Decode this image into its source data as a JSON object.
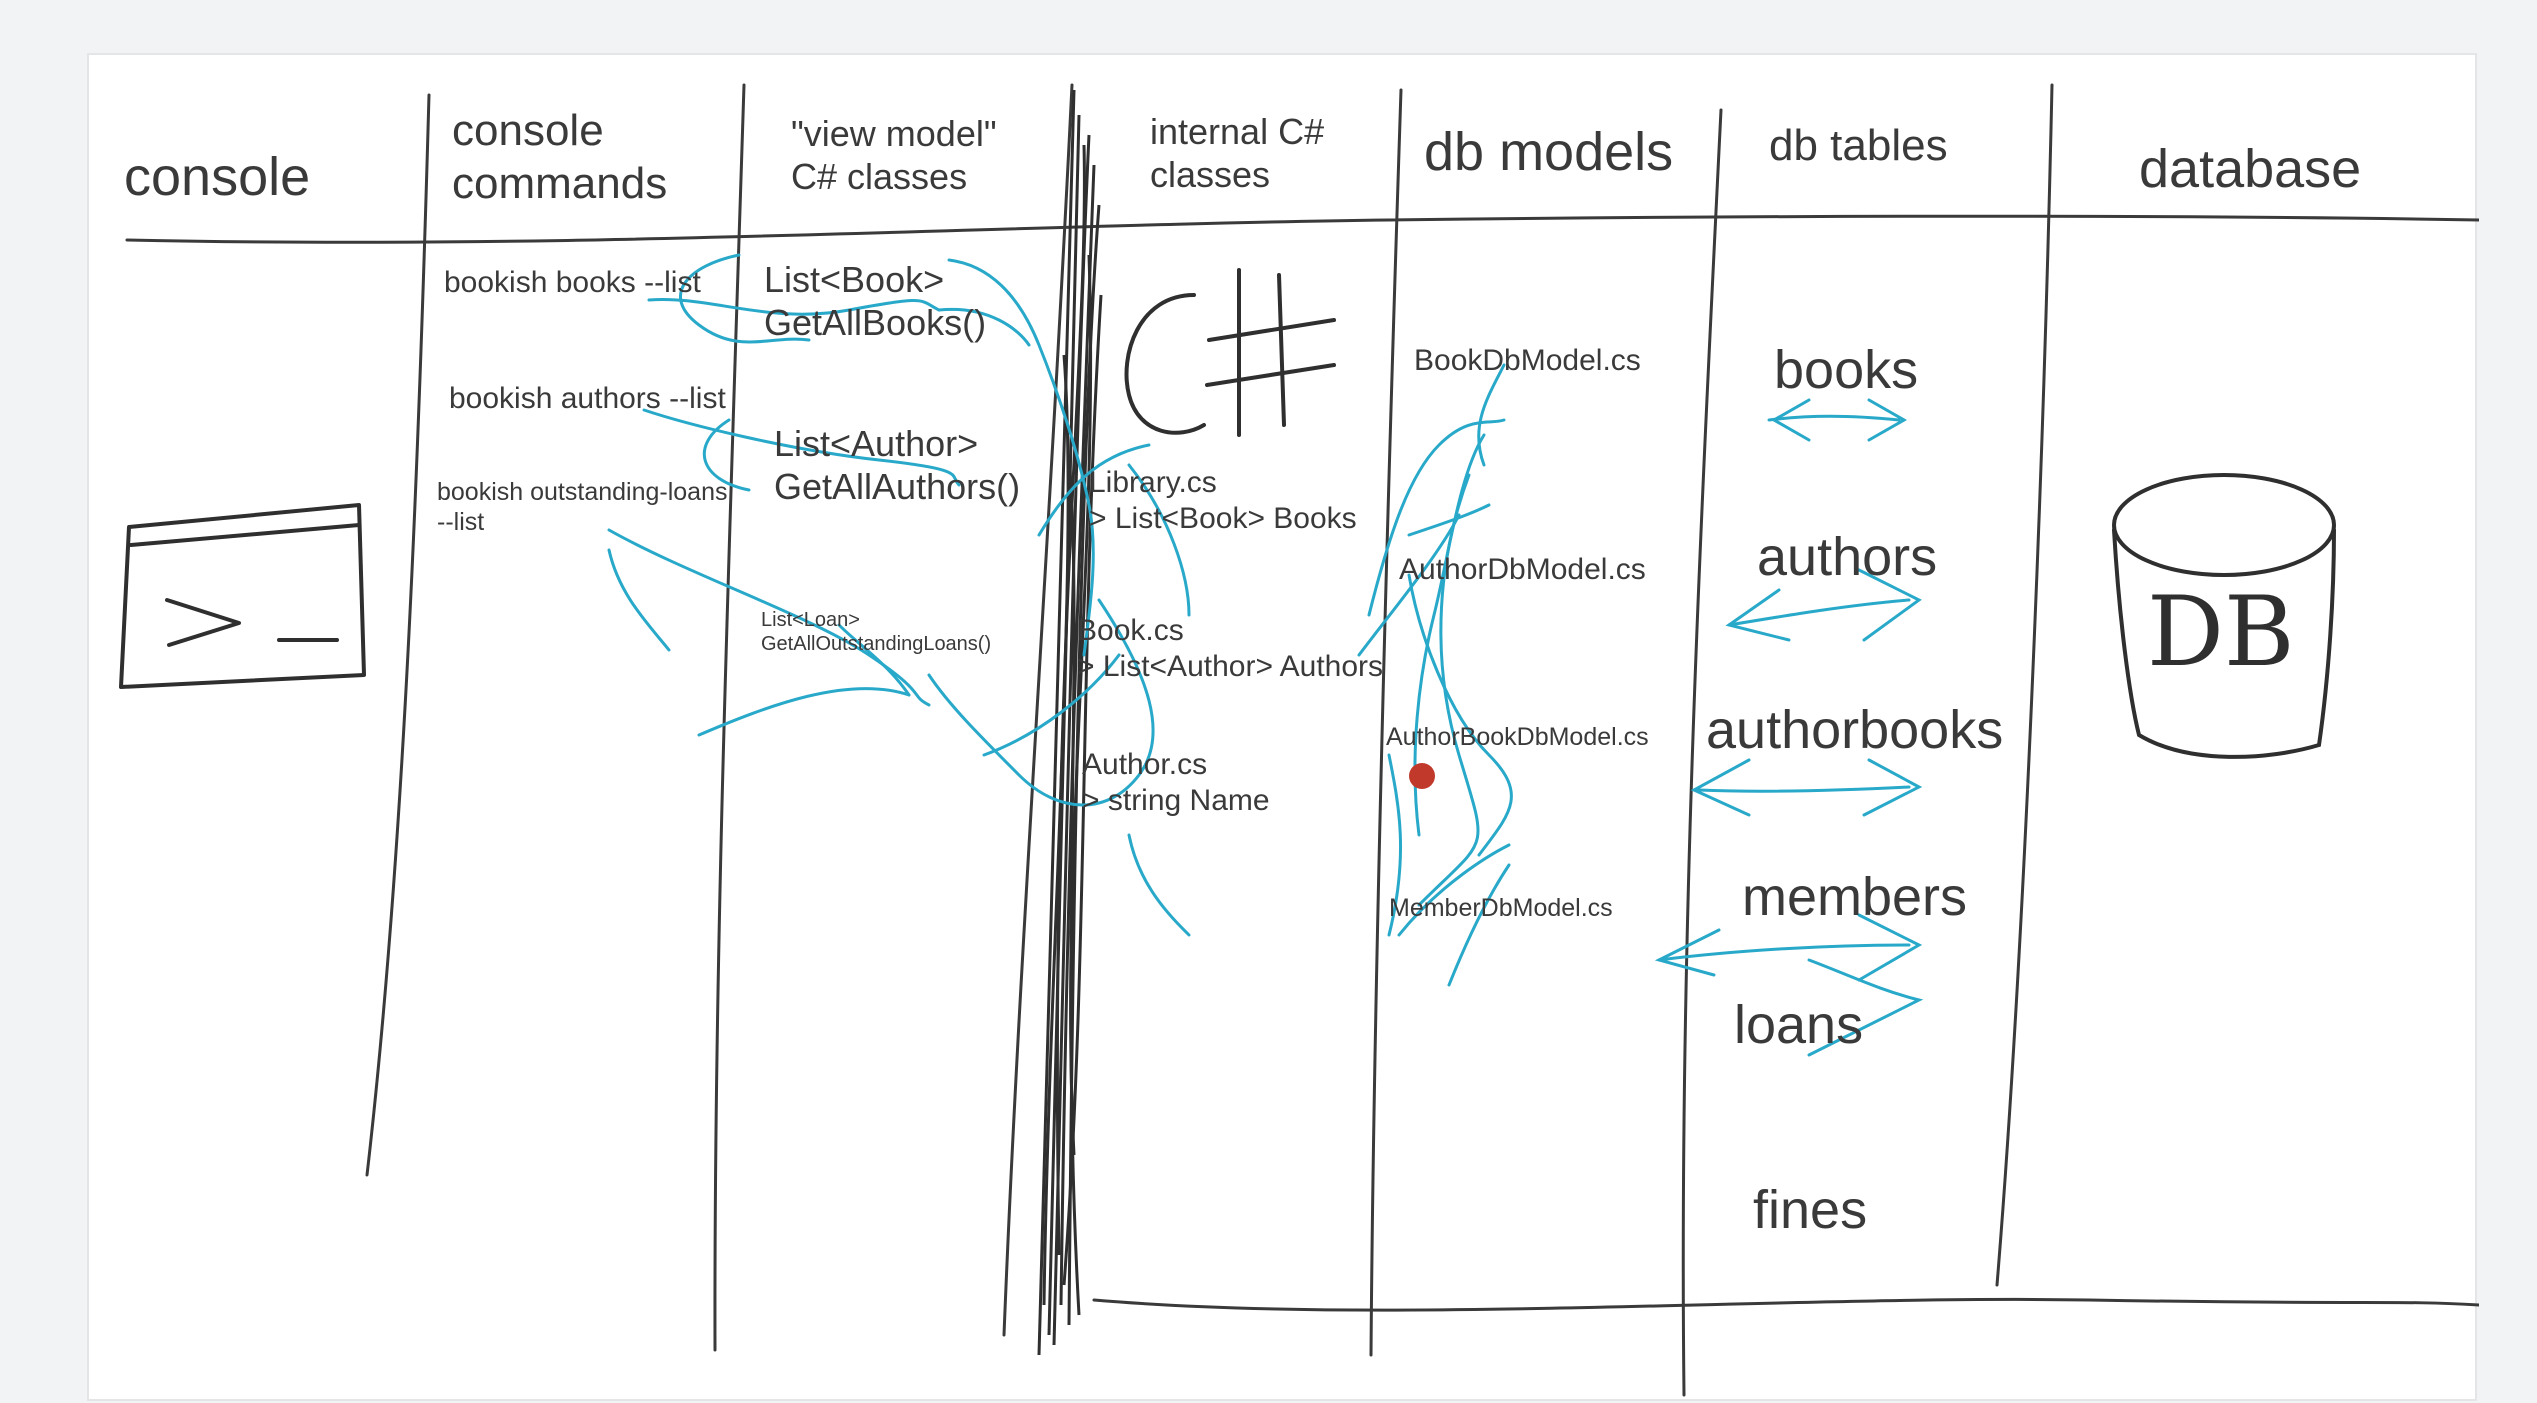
{
  "headers": {
    "console": "console",
    "console_commands": [
      "console",
      "commands"
    ],
    "view_model": [
      "\"view model\"",
      "C# classes"
    ],
    "internal": [
      "internal C#",
      "classes"
    ],
    "db_models": "db models",
    "db_tables": "db tables",
    "database": "database"
  },
  "commands": [
    "bookish books --list",
    "bookish authors --list",
    "bookish outstanding-loans",
    "--list"
  ],
  "view_models": [
    {
      "type": "List<Book>",
      "method": "GetAllBooks()"
    },
    {
      "type": "List<Author>",
      "method": "GetAllAuthors()"
    },
    {
      "type": "List<Loan>",
      "method": "GetAllOutstandingLoans()"
    }
  ],
  "internal_classes": [
    {
      "file": "Library.cs",
      "member": "> List<Book> Books"
    },
    {
      "file": "Book.cs",
      "member": "> List<Author> Authors"
    },
    {
      "file": "Author.cs",
      "member": "> string Name"
    }
  ],
  "db_models": [
    "BookDbModel.cs",
    "AuthorDbModel.cs",
    "AuthorBookDbModel.cs",
    "MemberDbModel.cs"
  ],
  "db_tables": [
    "books",
    "authors",
    "authorbooks",
    "members",
    "loans",
    "fines"
  ],
  "sketch_labels": {
    "csharp": "C#",
    "db": "DB"
  },
  "colors": {
    "ink": "#3a3a3a",
    "arrows": "#29a9c9",
    "dot": "#c0392b",
    "background": "#f1f3f4"
  }
}
